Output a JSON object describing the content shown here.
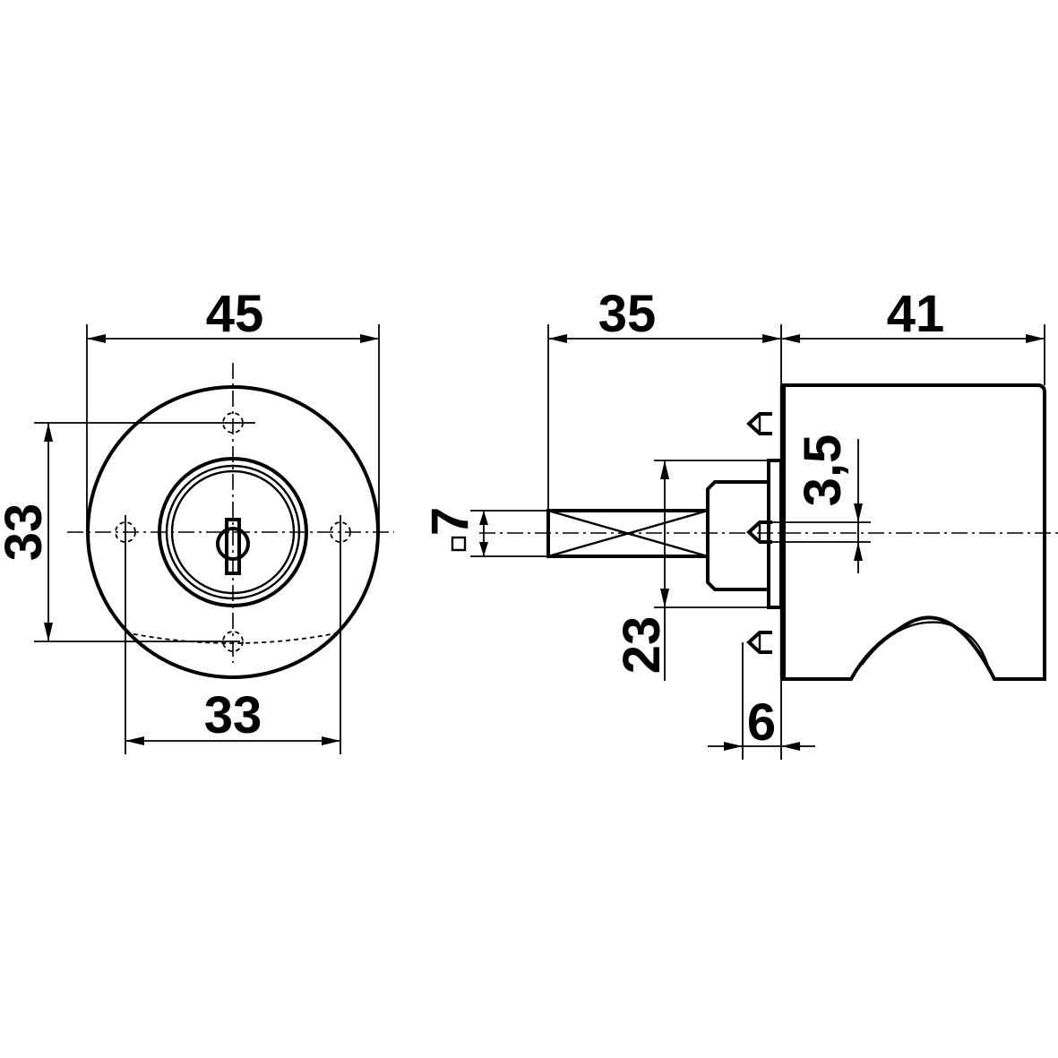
{
  "dimensions": {
    "front_width": "45",
    "front_hole_vertical": "33",
    "front_hole_horizontal": "33",
    "shaft_length": "35",
    "body_length": "41",
    "square_shaft": "7",
    "flange_height": "23",
    "pin_spacing": "3,5",
    "flange_thickness": "6"
  },
  "symbols": {
    "square_marker": "□"
  }
}
